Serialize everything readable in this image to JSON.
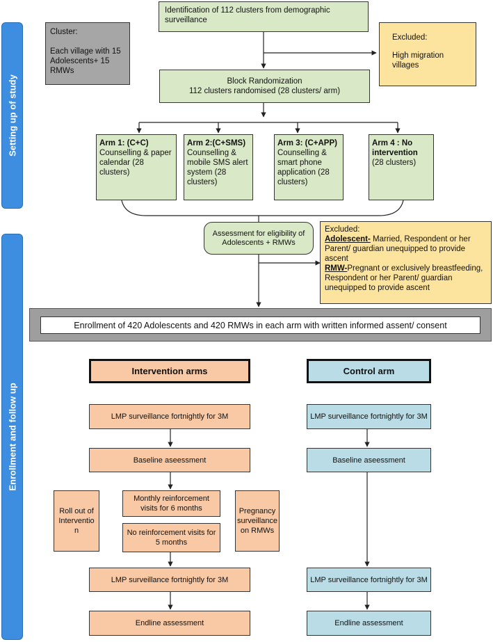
{
  "phases": {
    "setup": "Setting up of study",
    "enrollment": "Enrollment and follow up"
  },
  "identification": "Identification of 112 clusters from demographic surveillance",
  "cluster": {
    "title": "Cluster:",
    "text": "Each village with 15 Adolescents+ 15 RMWs"
  },
  "excluded_top": {
    "title": "Excluded:",
    "text": "High migration villages"
  },
  "randomization": {
    "title": "Block Randomization",
    "text": "112 clusters randomised (28 clusters/ arm)"
  },
  "arms": [
    {
      "title": "Arm 1: (C+C)",
      "text": "Counselling & paper calendar (28 clusters)"
    },
    {
      "title": "Arm 2:(C+SMS)",
      "text": "Counselling & mobile SMS alert system (28 clusters)"
    },
    {
      "title": "Arm 3: (C+APP)",
      "text": "Counselling & smart phone application (28 clusters)"
    },
    {
      "title": "Arm 4 : No intervention",
      "text": "(28 clusters)"
    }
  ],
  "assessment": "Assessment for eligibility of Adolescents + RMWs",
  "excluded_mid": {
    "title": "Excluded:",
    "adolescent_label": "Adolescent-",
    "adolescent_text": " Married, Respondent or her Parent/ guardian unequipped to provide ascent",
    "rmw_label": "RMW-",
    "rmw_text": "Pregnant or exclusively breastfeeding, Respondent or her Parent/ guardian unequipped to provide ascent"
  },
  "enrollment": "Enrollment of 420 Adolescents and 420 RMWs in each arm with written informed assent/ consent",
  "intervention": {
    "header": "Intervention arms",
    "lmp1": "LMP surveillance fortnightly for 3M",
    "baseline": "Baseline aseessment",
    "rollout": "Roll out of Interventio n",
    "monthly": "Monthly reinforcement visits for 6 months",
    "noreinf": "No reinforcement visits for 5 months",
    "pregnancy": "Pregnancy surveillance on RMWs",
    "lmp2": "LMP surveillance  fortnightly for 3M",
    "endline": "Endline assessment"
  },
  "control": {
    "header": "Control arm",
    "lmp1": "LMP surveillance fortnightly for 3M",
    "baseline": "Baseline aseessment",
    "lmp2": "LMP surveillance fortnightly for 3M",
    "endline": "Endline assessment"
  }
}
